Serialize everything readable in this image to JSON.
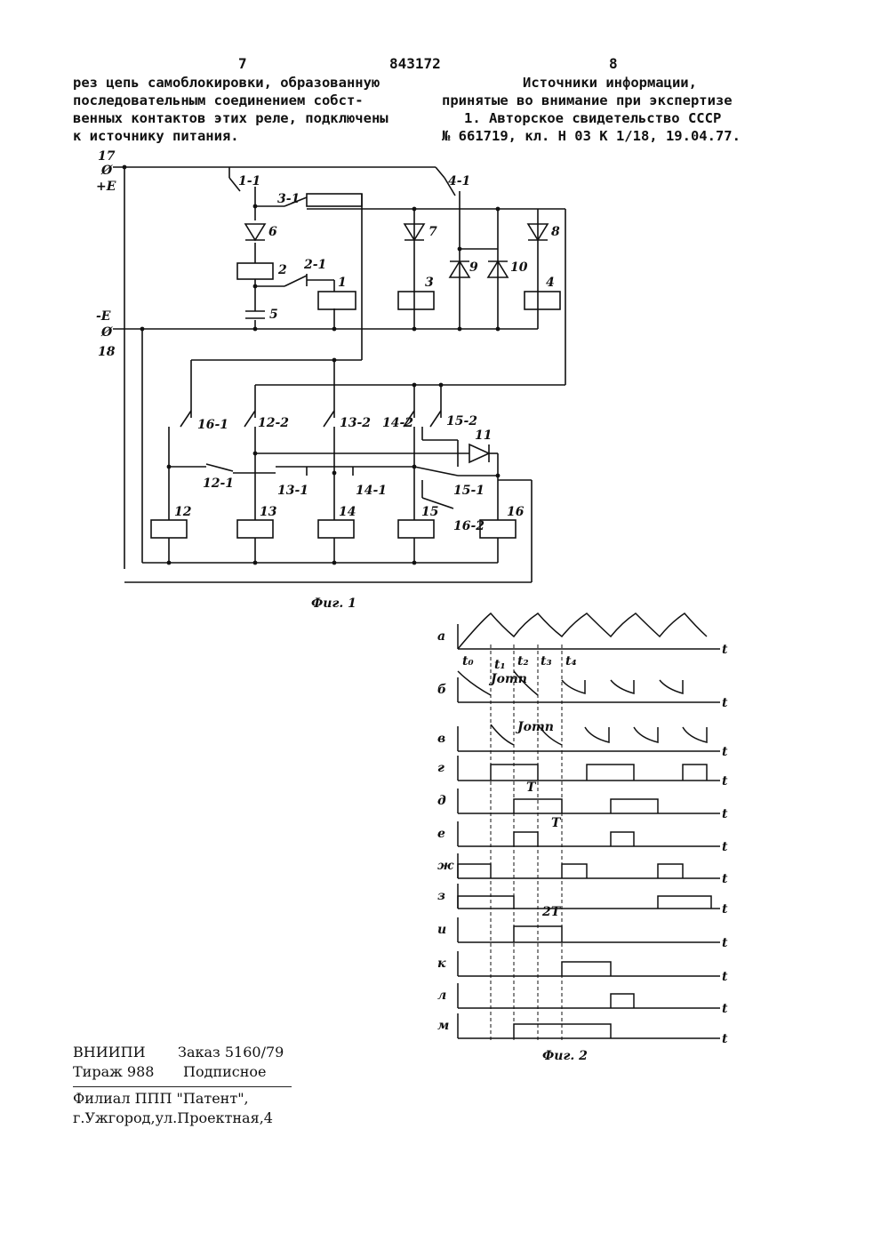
{
  "header": {
    "page_left": "7",
    "patent_number": "843172",
    "page_right": "8"
  },
  "left_column": {
    "lines": [
      "рез цепь самоблокировки, образованную",
      "последовательным соединением собст-",
      "венных контактов этих реле, подключены",
      "к источнику питания."
    ]
  },
  "right_column": {
    "title_lines": [
      "Источники информации,",
      "принятые во внимание при экспертизе"
    ],
    "reference_lines": [
      "1. Авторское свидетельство СССР",
      "№ 661719, кл. Н 03 К 1/18, 19.04.77."
    ]
  },
  "figure1": {
    "caption": "Фиг. 1",
    "terminals": {
      "t17": "17",
      "plusE": "+E",
      "minusE": "-E",
      "t18": "18",
      "phi": "Ø"
    },
    "contacts": [
      "1-1",
      "3-1",
      "4-1",
      "2-1",
      "16-1",
      "12-2",
      "13-2",
      "14-2",
      "15-2",
      "12-1",
      "13-1",
      "14-1",
      "15-1",
      "16-2"
    ],
    "relays": [
      "1",
      "2",
      "3",
      "4",
      "12",
      "13",
      "14",
      "15",
      "16"
    ],
    "diodes": [
      "6",
      "7",
      "8",
      "9",
      "10",
      "11"
    ],
    "capacitor": "5"
  },
  "figure2": {
    "caption": "Фиг. 2",
    "rows": [
      "а",
      "б",
      "в",
      "г",
      "д",
      "е",
      "ж",
      "з",
      "и",
      "к",
      "л",
      "м"
    ],
    "axis_label": "t",
    "time_marks": [
      "t₀",
      "t₁",
      "t₂",
      "t₃",
      "t₄"
    ],
    "annotations": {
      "i_release": "Jотп",
      "period": "T",
      "double_period": "2T"
    }
  },
  "footer": {
    "line1_org": "ВНИИПИ",
    "line1_order": "Заказ 5160/79",
    "line2_run": "Тираж 988",
    "line2_type": "Подписное",
    "line3": "Филиал ППП \"Патент\",",
    "line4": "г.Ужгород,ул.Проектная,4"
  }
}
